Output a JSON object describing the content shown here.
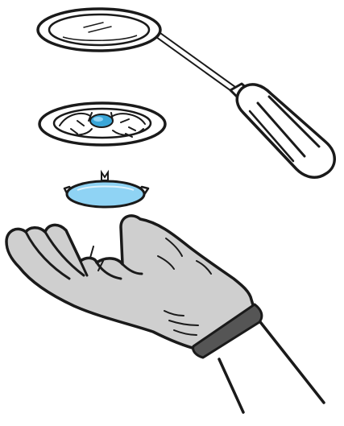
{
  "image": {
    "description_kind": "instructional-line-illustration",
    "colors": {
      "outline": "#1a1a1a",
      "glove": "#cfcfcf",
      "glove_shadow": "#b3b3b3",
      "cuff": "#555555",
      "lens": "#8fd3f4",
      "lens_dark": "#3aa6d8",
      "paper": "#ffffff"
    },
    "parts": [
      {
        "id": "lamp-cover",
        "icon": "cover-disc-icon"
      },
      {
        "id": "screwdriver",
        "icon": "screwdriver-icon"
      },
      {
        "id": "lamp-housing",
        "icon": "lamp-housing-icon"
      },
      {
        "id": "lens",
        "icon": "lens-icon"
      },
      {
        "id": "gloved-hand",
        "icon": "gloved-hand-icon"
      }
    ]
  }
}
